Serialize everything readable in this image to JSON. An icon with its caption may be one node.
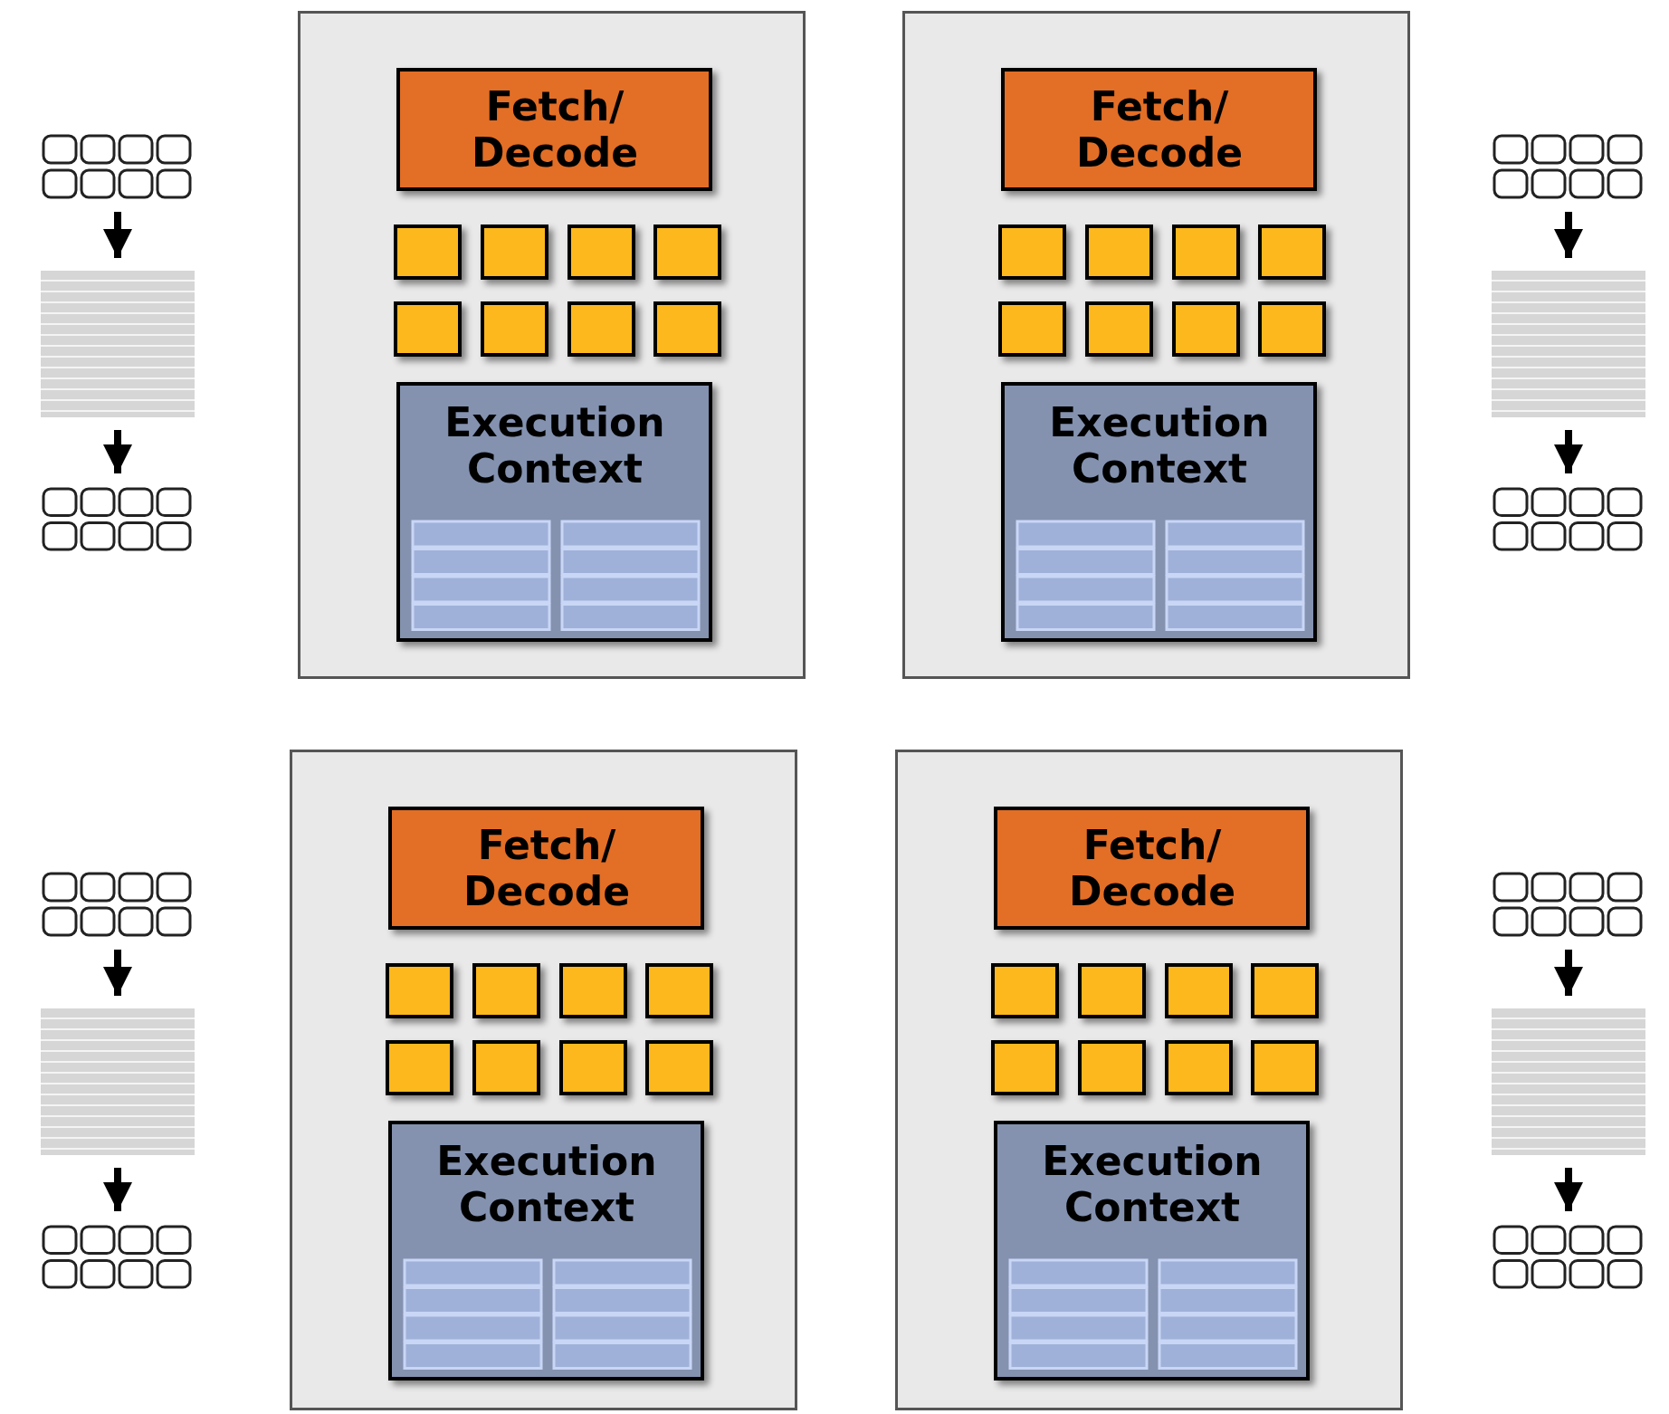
{
  "diagram": {
    "nodes": [
      {
        "text": [],
        "shape": "box"
      },
      {
        "text": [],
        "shape": "bar"
      },
      {
        "text": [],
        "shape": "box"
      },
      {
        "text": [],
        "shape": "box"
      },
      {
        "text": [
          "Fetch/ Decode"
        ],
        "in": 3
      },
      {
        "text": [],
        "shape": "box",
        "in": 3
      },
      {
        "text": [],
        "shape": "box",
        "in": 3
      },
      {
        "text": [],
        "shape": "box",
        "in": 3
      },
      {
        "text": [],
        "shape": "box",
        "in": 3
      },
      {
        "text": [],
        "shape": "box",
        "in": 3
      },
      {
        "text": [],
        "shape": "box",
        "in": 3
      },
      {
        "text": [],
        "shape": "box",
        "in": 3
      },
      {
        "text": [],
        "shape": "box",
        "in": 3
      },
      {
        "text": [
          "Execution Context"
        ],
        "in": 3
      },
      {
        "text": [],
        "shape": "box"
      },
      {
        "text": [
          "Fetch/ Decode"
        ],
        "in": 14
      },
      {
        "text": [],
        "shape": "box",
        "in": 14
      },
      {
        "text": [],
        "shape": "box",
        "in": 14
      },
      {
        "text": [],
        "shape": "box",
        "in": 14
      },
      {
        "text": [],
        "shape": "box",
        "in": 14
      },
      {
        "text": [],
        "shape": "box",
        "in": 14
      },
      {
        "text": [],
        "shape": "box",
        "in": 14
      },
      {
        "text": [],
        "shape": "box",
        "in": 14
      },
      {
        "text": [],
        "shape": "box",
        "in": 14
      },
      {
        "text": [
          "Execution Context"
        ],
        "in": 14
      },
      {
        "text": [],
        "shape": "box"
      },
      {
        "text": [],
        "shape": "bar"
      },
      {
        "text": [],
        "shape": "box"
      },
      {
        "text": [],
        "shape": "box"
      },
      {
        "text": [],
        "shape": "bar"
      },
      {
        "text": [],
        "shape": "box"
      },
      {
        "text": [],
        "shape": "box"
      },
      {
        "text": [
          "Fetch/ Decode"
        ],
        "in": 31
      },
      {
        "text": [],
        "shape": "box",
        "in": 31
      },
      {
        "text": [],
        "shape": "box",
        "in": 31
      },
      {
        "text": [],
        "shape": "box",
        "in": 31
      },
      {
        "text": [],
        "shape": "box",
        "in": 31
      },
      {
        "text": [],
        "shape": "box",
        "in": 31
      },
      {
        "text": [],
        "shape": "box",
        "in": 31
      },
      {
        "text": [],
        "shape": "box",
        "in": 31
      },
      {
        "text": [],
        "shape": "box",
        "in": 31
      },
      {
        "text": [
          "Execution Context"
        ],
        "in": 31
      },
      {
        "text": [],
        "shape": "box"
      },
      {
        "text": [
          "Fetch/ Decode"
        ],
        "in": 42
      },
      {
        "text": [],
        "shape": "box",
        "in": 42
      },
      {
        "text": [],
        "shape": "box",
        "in": 42
      },
      {
        "text": [],
        "shape": "box",
        "in": 42
      },
      {
        "text": [],
        "shape": "box",
        "in": 42
      },
      {
        "text": [],
        "shape": "box",
        "in": 42
      },
      {
        "text": [],
        "shape": "box",
        "in": 42
      },
      {
        "text": [],
        "shape": "box",
        "in": 42
      },
      {
        "text": [],
        "shape": "box",
        "in": 42
      },
      {
        "text": [
          "Execution Context"
        ],
        "in": 42
      },
      {
        "text": [],
        "shape": "box"
      },
      {
        "text": [],
        "shape": "bar"
      },
      {
        "text": [],
        "shape": "box"
      }
    ],
    "edges": [
      {
        "from": 0,
        "to": 1,
        "arrow": "to"
      },
      {
        "from": 1,
        "to": 2,
        "arrow": "to"
      },
      {
        "from": 25,
        "to": 26,
        "arrow": "to"
      },
      {
        "from": 26,
        "to": 27,
        "arrow": "to"
      },
      {
        "from": 28,
        "to": 29,
        "arrow": "to"
      },
      {
        "from": 29,
        "to": 30,
        "arrow": "to"
      },
      {
        "from": 53,
        "to": 54,
        "arrow": "to"
      },
      {
        "from": 54,
        "to": 55,
        "arrow": "to"
      }
    ]
  }
}
